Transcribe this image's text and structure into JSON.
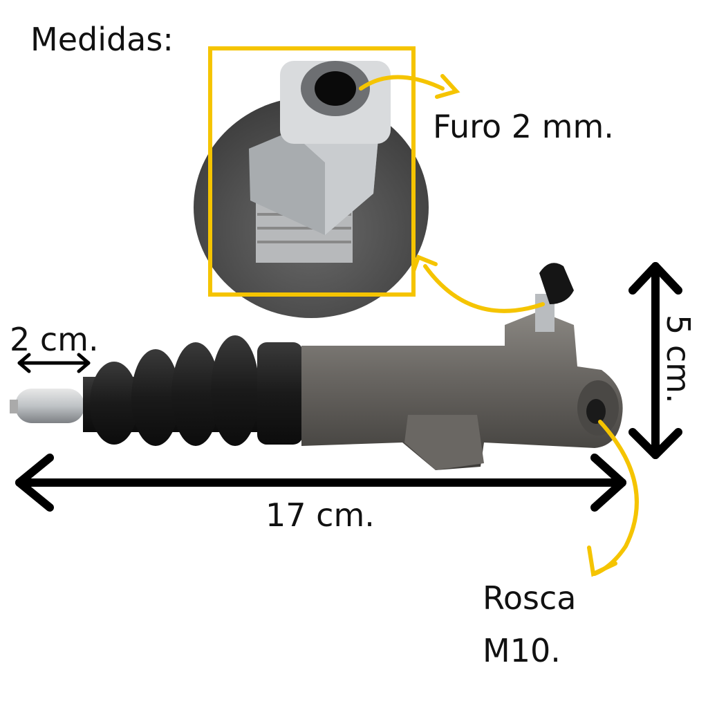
{
  "title": "Medidas:",
  "callouts": {
    "hole": "Furo 2 mm.",
    "thread_line1": "Rosca",
    "thread_line2": "M10."
  },
  "dimensions": {
    "tip_length": "2 cm.",
    "total_length": "17 cm.",
    "height": "5 cm."
  },
  "colors": {
    "accent": "#f5c400",
    "arrow": "#000000",
    "metal": "#5e5c58",
    "rubber": "#1c1c1c"
  }
}
